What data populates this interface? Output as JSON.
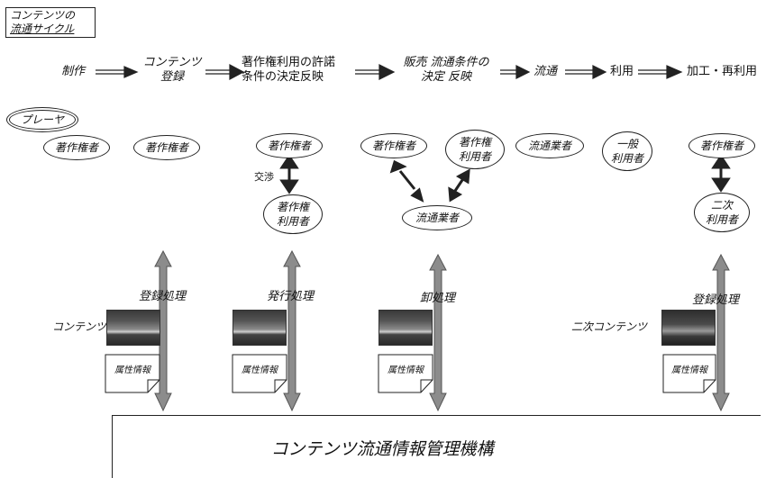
{
  "title": {
    "line1": "コンテンツの",
    "line2": "流通サイクル"
  },
  "flow": {
    "steps": [
      {
        "line1": "制作",
        "line2": ""
      },
      {
        "line1": "コンテンツ",
        "line2": "登録"
      },
      {
        "line1": "著作権利用の許諾",
        "line2": "条件の決定反映"
      },
      {
        "line1": "販売 流通条件の",
        "line2": "決定 反映"
      },
      {
        "line1": "流通",
        "line2": ""
      },
      {
        "line1": "利用",
        "line2": ""
      },
      {
        "line1": "加工・再利用",
        "line2": ""
      }
    ]
  },
  "player_label": "プレーヤ",
  "actors": {
    "c1": "著作権者",
    "c2": "著作権者",
    "c3_top": "著作権者",
    "c3_bottom": {
      "line1": "著作権",
      "line2": "利用者"
    },
    "c3_relation": "交渉",
    "c4_left": "著作権者",
    "c4_right": {
      "line1": "著作権",
      "line2": "利用者"
    },
    "c4_bottom": "流通業者",
    "c5": "流通業者",
    "c6": {
      "line1": "一般",
      "line2": "利用者"
    },
    "c7_top": "著作権者",
    "c7_bottom": {
      "line1": "二次",
      "line2": "利用者"
    }
  },
  "processes": {
    "p1": "登録処理",
    "p2": "発行処理",
    "p3": "卸処理",
    "p4": "登録処理"
  },
  "content_labels": {
    "left": "コンテンツ",
    "right": "二次コンテンツ"
  },
  "doc_label": "属性情報",
  "organization": "コンテンツ流通情報管理機構",
  "colors": {
    "line": "#222222",
    "arrow_fill": "#8c8c8c",
    "arrow_stroke": "#555555"
  }
}
